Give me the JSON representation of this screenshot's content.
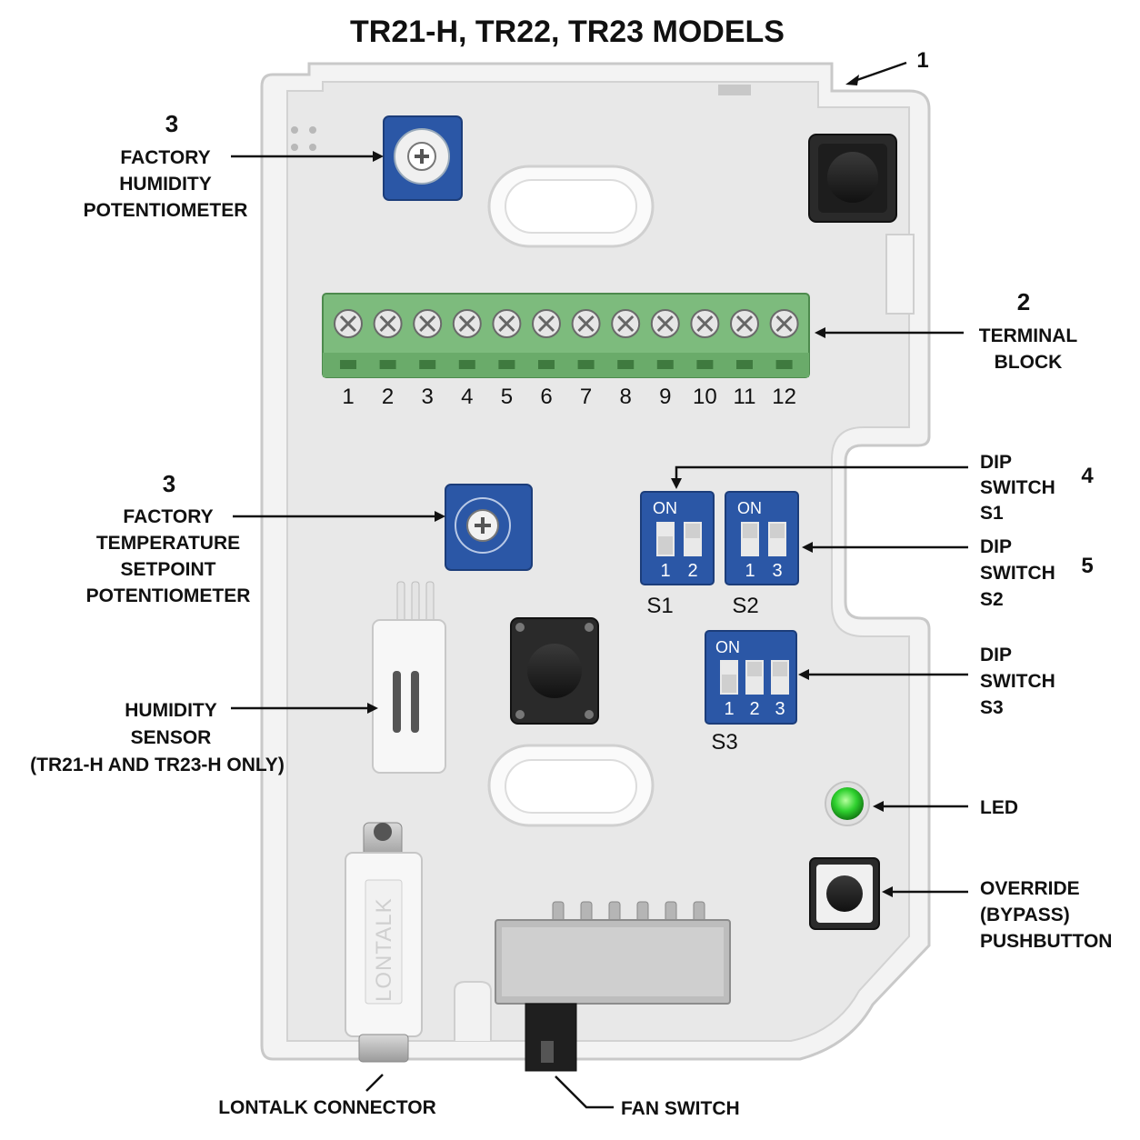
{
  "title": "TR21-H, TR22, TR23 MODELS",
  "callouts": {
    "c1": {
      "num": "1"
    },
    "c2": {
      "num": "2",
      "l1": "TERMINAL",
      "l2": "BLOCK"
    },
    "c3a": {
      "num": "3",
      "l1": "FACTORY",
      "l2": "HUMIDITY",
      "l3": "POTENTIOMETER"
    },
    "c3b": {
      "num": "3",
      "l1": "FACTORY",
      "l2": "TEMPERATURE",
      "l3": "SETPOINT",
      "l4": "POTENTIOMETER"
    },
    "c4": {
      "num": "4",
      "l1": "DIP",
      "l2": "SWITCH",
      "l3": "S1"
    },
    "c5": {
      "num": "5",
      "l1": "DIP",
      "l2": "SWITCH",
      "l3": "S2"
    },
    "s3": {
      "l1": "DIP",
      "l2": "SWITCH",
      "l3": "S3"
    },
    "humidity": {
      "l1": "HUMIDITY",
      "l2": "SENSOR",
      "l3": "(TR21-H AND TR23-H ONLY)"
    },
    "led": {
      "l1": "LED"
    },
    "override": {
      "l1": "OVERRIDE",
      "l2": "(BYPASS)",
      "l3": "PUSHBUTTON"
    },
    "lontalk": {
      "l1": "LONTALK CONNECTOR"
    },
    "fan": {
      "l1": "FAN SWITCH"
    }
  },
  "terminals": [
    "1",
    "2",
    "3",
    "4",
    "5",
    "6",
    "7",
    "8",
    "9",
    "10",
    "11",
    "12"
  ],
  "dip": {
    "s1": {
      "on": "ON",
      "n1": "1",
      "n2": "2",
      "name": "S1"
    },
    "s2": {
      "on": "ON",
      "n1": "1",
      "n2": "3",
      "name": "S2"
    },
    "s3": {
      "on": "ON",
      "n1": "1",
      "n2": "2",
      "n3": "3",
      "name": "S3"
    }
  },
  "lontalk_body_text": "LONTALK",
  "colors": {
    "pcb_blue": "#2b57a6",
    "terminal_green": "#7dbb7d",
    "led_green": "#2fd12f",
    "housing": "#ececec"
  }
}
